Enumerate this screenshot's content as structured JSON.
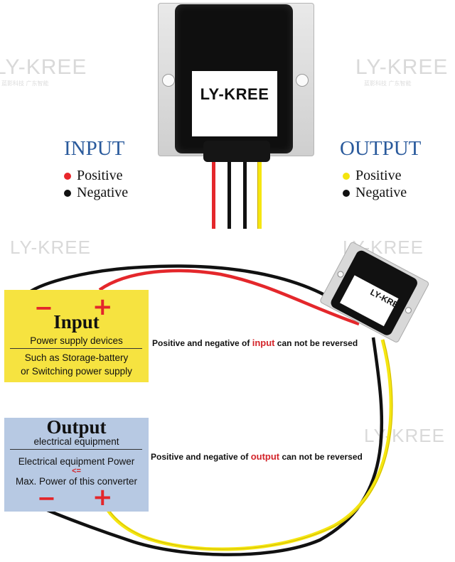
{
  "watermark": {
    "text": "LY-KREE",
    "sub": "蓝影科技 广东智能"
  },
  "device": {
    "label": "LY-KREE"
  },
  "legend_input": {
    "title": "INPUT",
    "items": [
      {
        "label": "Positive",
        "color": "#e8262b"
      },
      {
        "label": "Negative",
        "color": "#111111"
      }
    ]
  },
  "legend_output": {
    "title": "OUTPUT",
    "items": [
      {
        "label": "Positive",
        "color": "#f4e40e"
      },
      {
        "label": "Negative",
        "color": "#111111"
      }
    ]
  },
  "input_box": {
    "minus": "−",
    "plus": "+",
    "title": "Input",
    "subtitle": "Power supply devices",
    "line1": "Such as Storage-battery",
    "line2": "or Switching power supply"
  },
  "output_box": {
    "title": "Output",
    "subtitle": "electrical equipment",
    "line1": "Electrical equipment Power",
    "compare": "<=",
    "line2": "Max. Power of this converter",
    "minus": "−",
    "plus": "+"
  },
  "notes": {
    "input_pre": "Positive and negative of ",
    "input_hl": "input",
    "input_post": " can not be reversed",
    "output_pre": "Positive and negative of ",
    "output_hl": "output",
    "output_post": " can not be reversed"
  },
  "colors": {
    "wire_red": "#e4272b",
    "wire_black": "#111111",
    "wire_yellow": "#f5e611",
    "title_blue": "#2a5a9c"
  }
}
